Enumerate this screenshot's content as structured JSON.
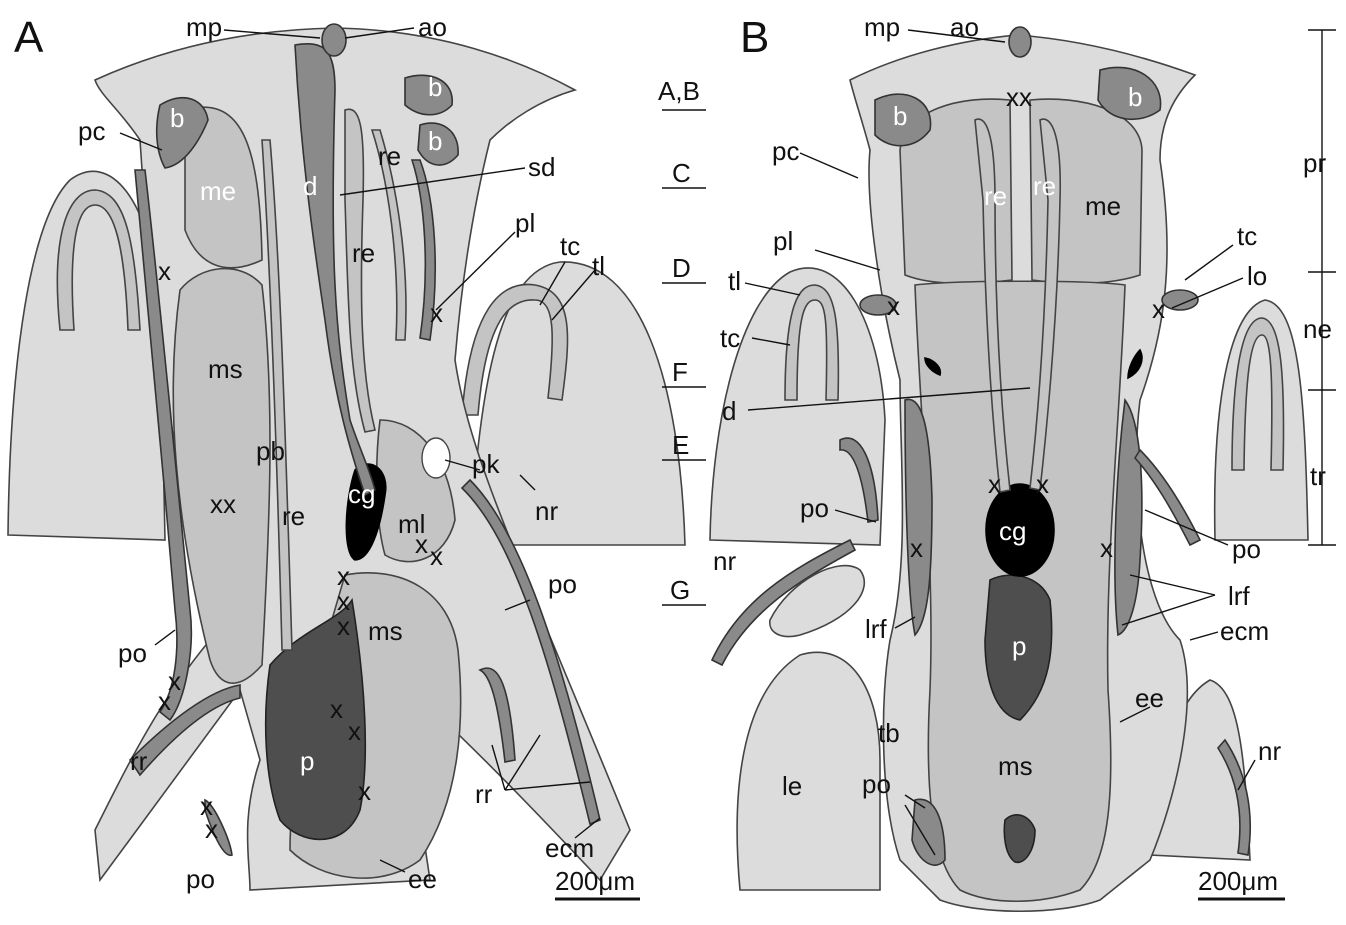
{
  "panels": {
    "a": {
      "letter": "A",
      "scale": "200μm"
    },
    "b": {
      "letter": "B",
      "scale": "200μm"
    }
  },
  "section_markers": [
    "A,B",
    "C",
    "D",
    "F",
    "E",
    "G"
  ],
  "region_labels": [
    "pr",
    "ne",
    "tr"
  ],
  "labels_a": {
    "mp": "mp",
    "ao": "ao",
    "pc": "pc",
    "b1": "b",
    "b2": "b",
    "me": "me",
    "d": "d",
    "re1": "re",
    "re2": "re",
    "re3": "re",
    "sd": "sd",
    "pl": "pl",
    "tc": "tc",
    "tl": "tl",
    "ms1": "ms",
    "ms2": "ms",
    "pb": "pb",
    "xx": "xx",
    "cg": "cg",
    "pk": "pk",
    "ml": "ml",
    "nr": "nr",
    "po1": "po",
    "po2": "po",
    "po3": "po",
    "p": "p",
    "rr1": "rr",
    "rr2": "rr",
    "ecm": "ecm",
    "ee": "ee"
  },
  "labels_b": {
    "mp": "mp",
    "ao": "ao",
    "xx": "xx",
    "b1": "b",
    "b2": "b",
    "pc": "pc",
    "re1": "re",
    "re2": "re",
    "me": "me",
    "tc1": "tc",
    "lo": "lo",
    "pl": "pl",
    "tl": "tl",
    "tc2": "tc",
    "d": "d",
    "cg": "cg",
    "po1": "po",
    "po2": "po",
    "po3": "po",
    "nr1": "nr",
    "nr2": "nr",
    "lrf1": "lrf",
    "lrf2": "lrf",
    "p": "p",
    "ecm": "ecm",
    "ee": "ee",
    "tb": "tb",
    "le": "le",
    "ms": "ms"
  },
  "marks": {
    "x": "x"
  },
  "colors": {
    "tissue_light": "#dcdcdc",
    "tissue_medium": "#c4c4c4",
    "tissue_dark": "#8a8a8a",
    "tissue_darker": "#4e4e4e",
    "ganglion": "#000000"
  }
}
